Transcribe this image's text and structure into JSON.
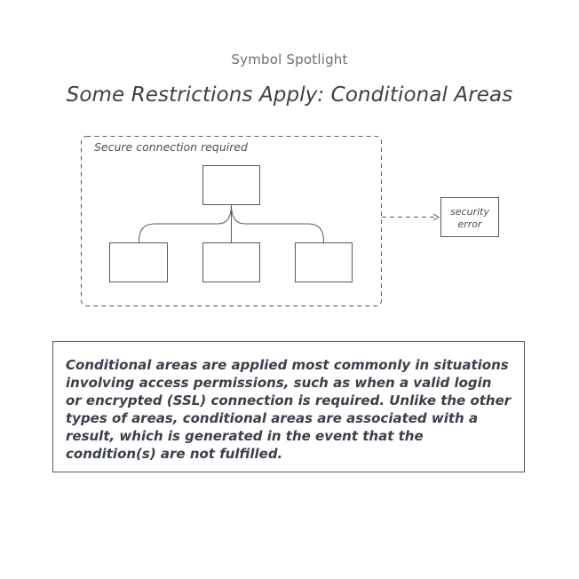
{
  "header": {
    "eyebrow": "Symbol Spotlight",
    "title": "Some Restrictions Apply: Conditional Areas"
  },
  "diagram": {
    "area_label": "Secure connection required",
    "result_label_line1": "security",
    "result_label_line2": "error"
  },
  "description": {
    "text": "Conditional areas are applied most commonly in situations involving access permissions, such as when a valid login or encrypted (SSL) connection is required. Unlike the other types of areas, conditional areas are associated with a result, which is generated in the event that the condition(s) are not fulfilled."
  },
  "colors": {
    "text": "#3a4049",
    "stroke": "#55595f"
  }
}
